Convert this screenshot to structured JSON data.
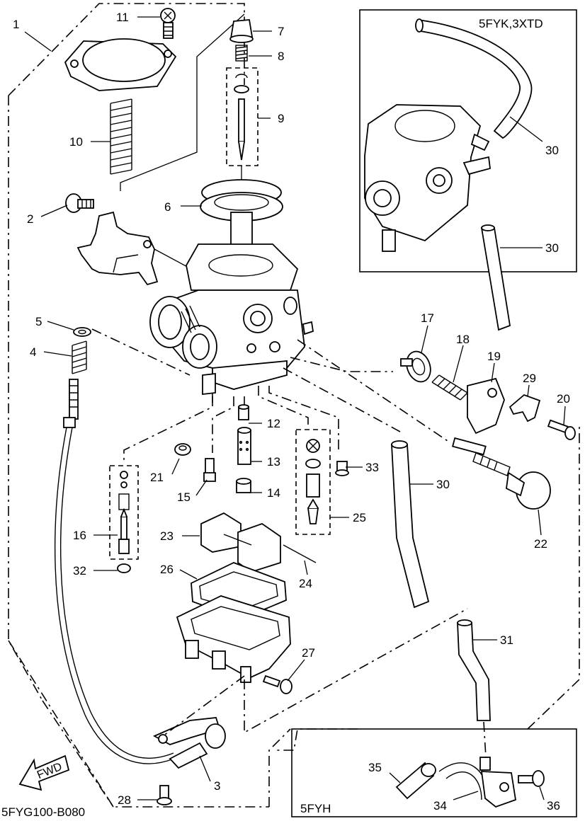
{
  "diagram": {
    "code": "5FYG100-B080",
    "fwd_label": "FWD",
    "variant_box_top": "5FYK,3XTD",
    "variant_box_bottom": "5FYH"
  },
  "callouts": [
    {
      "id": "c1",
      "text": "1"
    },
    {
      "id": "c2",
      "text": "2"
    },
    {
      "id": "c3",
      "text": "3"
    },
    {
      "id": "c4",
      "text": "4"
    },
    {
      "id": "c5",
      "text": "5"
    },
    {
      "id": "c6",
      "text": "6"
    },
    {
      "id": "c7",
      "text": "7"
    },
    {
      "id": "c8",
      "text": "8"
    },
    {
      "id": "c9",
      "text": "9"
    },
    {
      "id": "c10",
      "text": "10"
    },
    {
      "id": "c11",
      "text": "11"
    },
    {
      "id": "c12",
      "text": "12"
    },
    {
      "id": "c13",
      "text": "13"
    },
    {
      "id": "c14",
      "text": "14"
    },
    {
      "id": "c15",
      "text": "15"
    },
    {
      "id": "c16",
      "text": "16"
    },
    {
      "id": "c17",
      "text": "17"
    },
    {
      "id": "c18",
      "text": "18"
    },
    {
      "id": "c19",
      "text": "19"
    },
    {
      "id": "c20",
      "text": "20"
    },
    {
      "id": "c21",
      "text": "21"
    },
    {
      "id": "c22",
      "text": "22"
    },
    {
      "id": "c23",
      "text": "23"
    },
    {
      "id": "c24",
      "text": "24"
    },
    {
      "id": "c25",
      "text": "25"
    },
    {
      "id": "c26",
      "text": "26"
    },
    {
      "id": "c27",
      "text": "27"
    },
    {
      "id": "c28",
      "text": "28"
    },
    {
      "id": "c29",
      "text": "29"
    },
    {
      "id": "c30a",
      "text": "30"
    },
    {
      "id": "c30b",
      "text": "30"
    },
    {
      "id": "c30c",
      "text": "30"
    },
    {
      "id": "c31",
      "text": "31"
    },
    {
      "id": "c32",
      "text": "32"
    },
    {
      "id": "c33",
      "text": "33"
    },
    {
      "id": "c34",
      "text": "34"
    },
    {
      "id": "c35",
      "text": "35"
    },
    {
      "id": "c36",
      "text": "36"
    }
  ]
}
